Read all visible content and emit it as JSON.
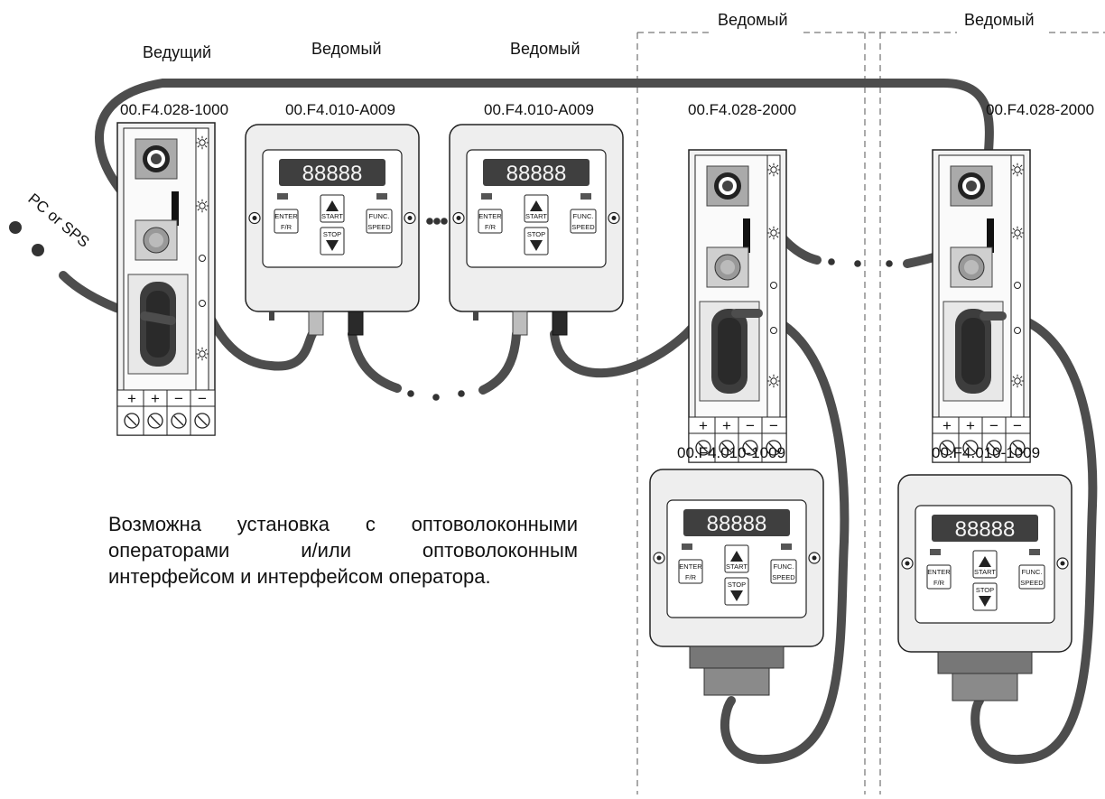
{
  "roles": {
    "master": "Ведущий",
    "slave": "Ведомый"
  },
  "models": {
    "interface_master": "00.F4.028-1000",
    "operator_a009": "00.F4.010-A009",
    "interface_slave": "00.F4.028-2000",
    "operator_1009": "00.F4.010-1009"
  },
  "pc_label": "PC or SPS",
  "display_digits": "88888",
  "keys": {
    "enter": "ENTER",
    "fr": "F/R",
    "start": "START",
    "stop": "STOP",
    "func": "FUNC.",
    "speed": "SPEED"
  },
  "terminal_signs": [
    "+",
    "+",
    "−",
    "−"
  ],
  "note_lines": [
    "Возможна установка с оптоволоконными",
    "операторами и/или оптоволоконным",
    "интерфейсом и интерфейсом оператора."
  ],
  "colors": {
    "cable": "#4d4d4d",
    "housing": "#eeeeee",
    "outline": "#222222"
  },
  "icons": [
    "sun-led-icon",
    "circle-led-icon",
    "screw-terminal-icon"
  ]
}
